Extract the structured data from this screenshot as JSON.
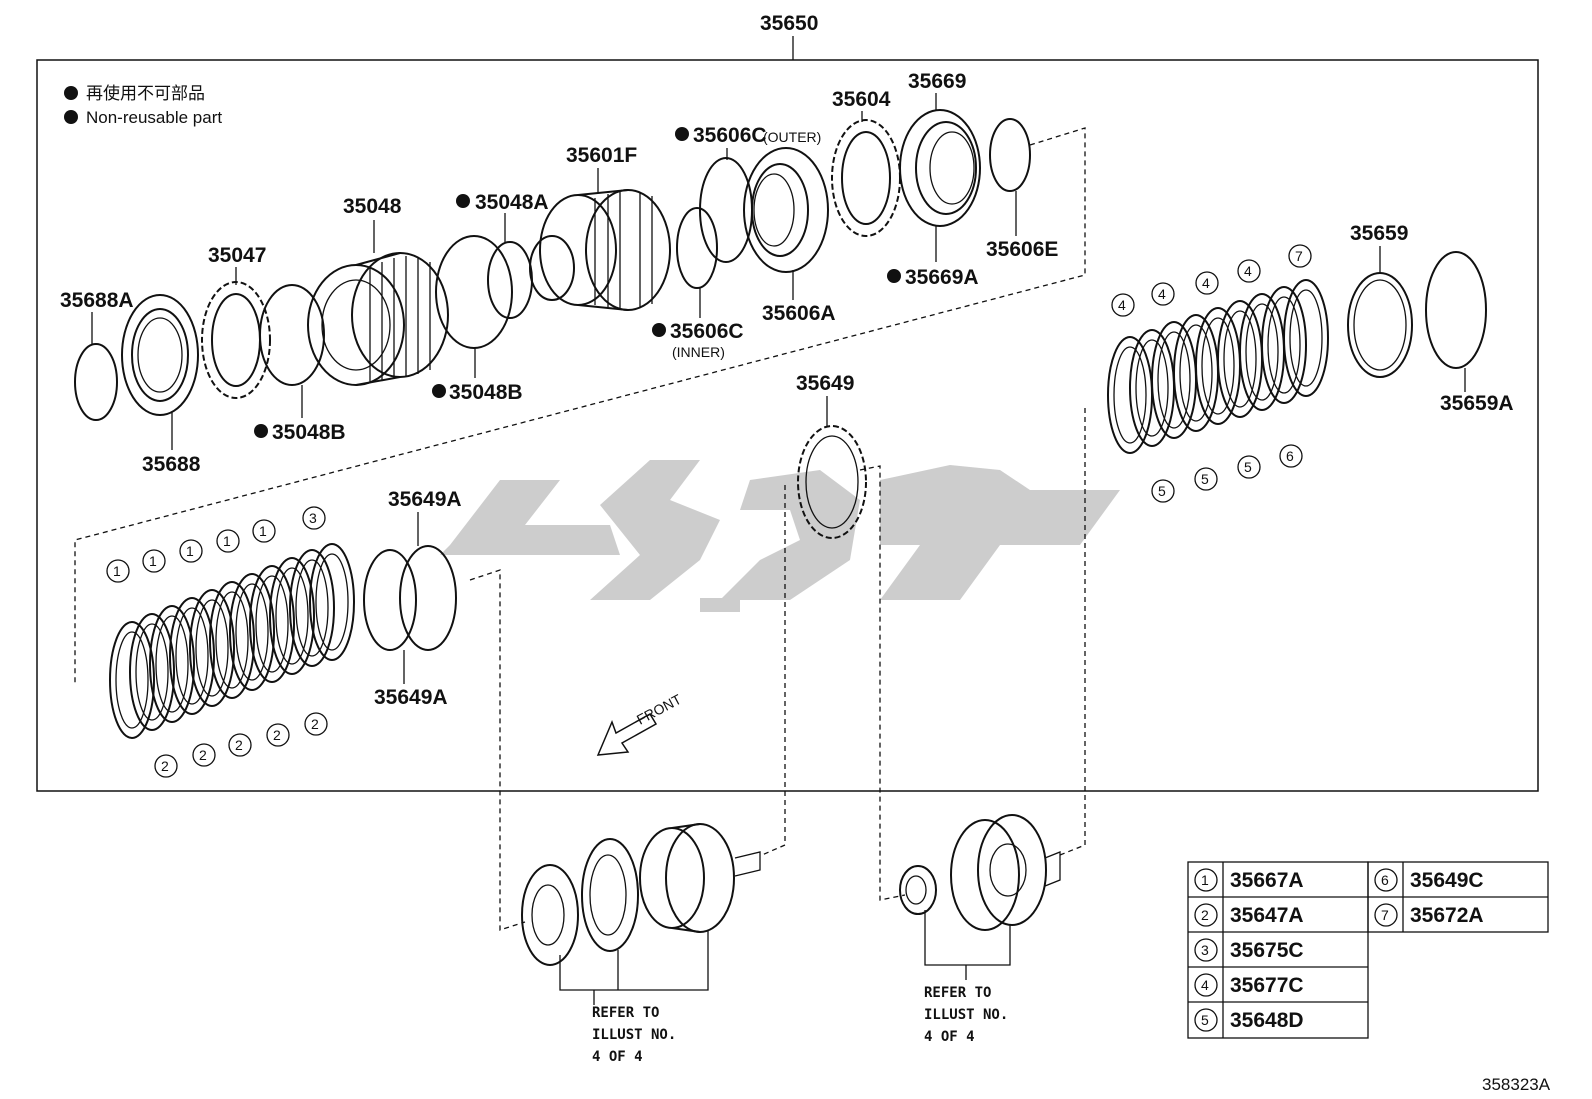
{
  "assembly_number": "35650",
  "legend": {
    "line_jp": "再使用不可部品",
    "line_en": "Non-reusable part"
  },
  "parts": {
    "p35688A": "35688A",
    "p35688": "35688",
    "p35047": "35047",
    "p35048": "35048",
    "p35048B_1": "35048B",
    "p35048B_2": "35048B",
    "p35048A": "35048A",
    "p35601F": "35601F",
    "p35606C_outer": "35606C",
    "outer_note": "(OUTER)",
    "p35606C_inner": "35606C",
    "inner_note": "(INNER)",
    "p35606A": "35606A",
    "p35604": "35604",
    "p35669": "35669",
    "p35669A": "35669A",
    "p35606E": "35606E",
    "p35659": "35659",
    "p35659A": "35659A",
    "p35649": "35649",
    "p35649A_1": "35649A",
    "p35649A_2": "35649A"
  },
  "front_label": "FRONT",
  "refer_note": {
    "line1": "REFER TO",
    "line2": "ILLUST NO.",
    "line3": "4 OF 4"
  },
  "key_table": [
    {
      "num": "1",
      "part": "35667A"
    },
    {
      "num": "2",
      "part": "35647A"
    },
    {
      "num": "3",
      "part": "35675C"
    },
    {
      "num": "4",
      "part": "35677C"
    },
    {
      "num": "5",
      "part": "35648D"
    },
    {
      "num": "6",
      "part": "35649C"
    },
    {
      "num": "7",
      "part": "35672A"
    }
  ],
  "circle_numbers": {
    "n1": "1",
    "n2": "2",
    "n3": "3",
    "n4": "4",
    "n5": "5",
    "n6": "6",
    "n7": "7"
  },
  "illustration_id": "358323A"
}
